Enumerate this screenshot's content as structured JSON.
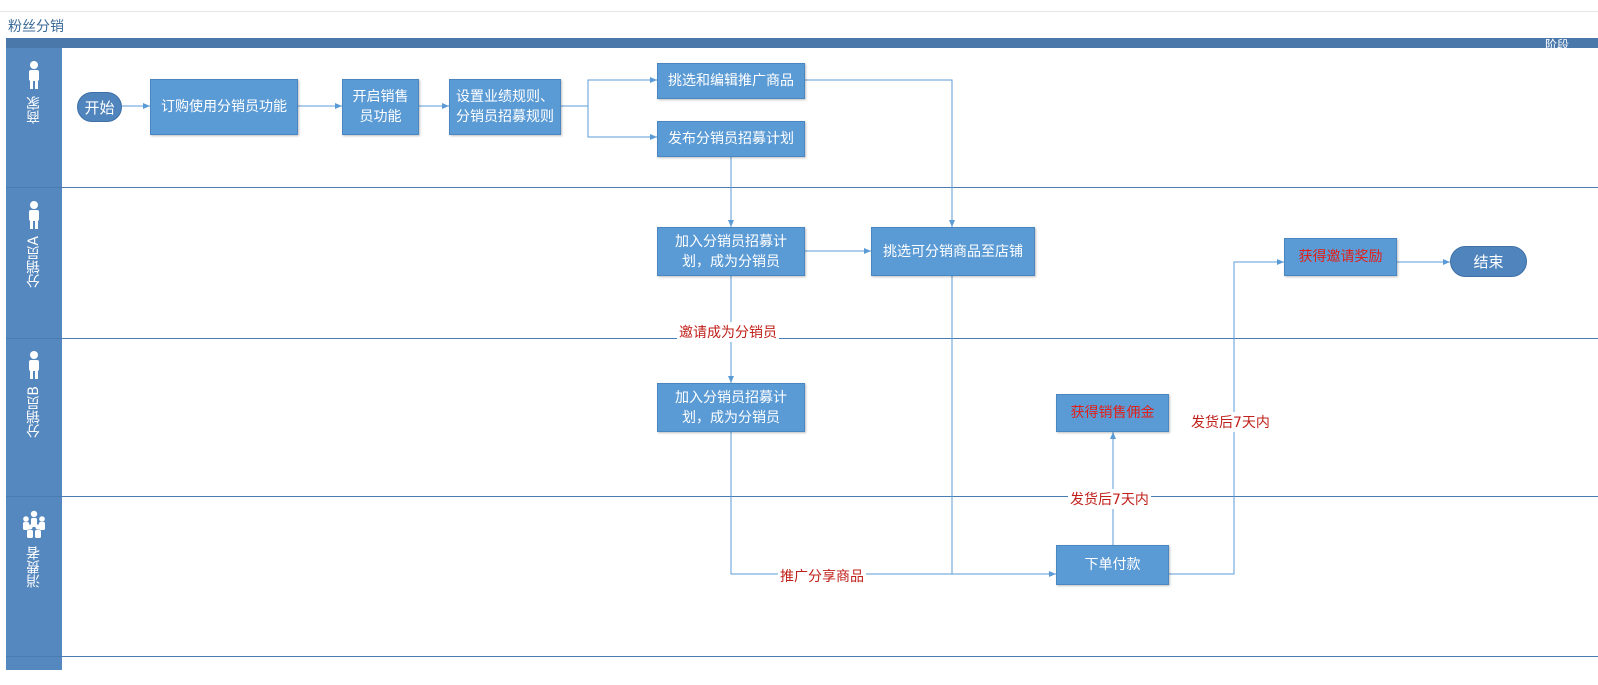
{
  "header": {
    "title": "粉丝分销",
    "band_label": "阶段"
  },
  "lanes": [
    {
      "label": "商家",
      "icon": "person-icon"
    },
    {
      "label": "分销员A",
      "icon": "person-icon"
    },
    {
      "label": "分销员B",
      "icon": "person-icon"
    },
    {
      "label": "消费者",
      "icon": "group-icon"
    }
  ],
  "nodes": {
    "start": "开始",
    "subscribe": "订购使用分销员功能",
    "enable_sales": "开启销售员功能",
    "set_rules": "设置业绩规则、分销员招募规则",
    "pick_edit": "挑选和编辑推广商品",
    "publish_plan": "发布分销员招募计划",
    "join_a": "加入分销员招募计划，成为分销员",
    "pick_store": "挑选可分销商品至店铺",
    "invite_reward": "获得邀请奖励",
    "end": "结束",
    "join_b": "加入分销员招募计划，成为分销员",
    "sales_commission": "获得销售佣金",
    "order_pay": "下单付款"
  },
  "edge_labels": {
    "invite": "邀请成为分销员",
    "share": "推广分享商品",
    "ship_7_days_a": "发货后7天内",
    "ship_7_days_b": "发货后7天内"
  },
  "colors": {
    "lane_header": "#5588bf",
    "box": "#5b9bd5",
    "line": "#5b9bd5",
    "label_red": "#c0201a"
  }
}
